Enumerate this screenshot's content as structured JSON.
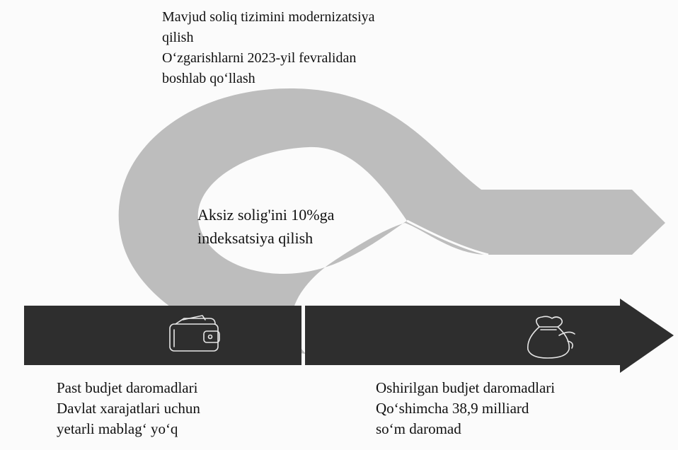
{
  "top_note": {
    "lines": [
      "Mavjud soliq tizimini modernizatsiya",
      "qilish",
      "O‘zgarishlarni 2023-yil fevralidan",
      "boshlab qo‘llash"
    ]
  },
  "center_note": {
    "lines": [
      "Aksiz solig'ini 10%ga",
      "indeksatsiya qilish"
    ]
  },
  "left_note": {
    "lines": [
      "Past budjet daromadlari",
      "Davlat xarajatlari uchun",
      "yetarli mablag‘ yo‘q"
    ]
  },
  "right_note": {
    "lines": [
      "Oshirilgan budjet daromadlari",
      "Qo‘shimcha 38,9 milliard",
      "so‘m daromad"
    ]
  },
  "icons": {
    "left_bar": "wallet-icon",
    "right_bar": "money-bag-icon"
  },
  "colors": {
    "loop": "#bdbdbd",
    "bars": "#2e2e2e",
    "icon_stroke": "#e6e6e6"
  }
}
